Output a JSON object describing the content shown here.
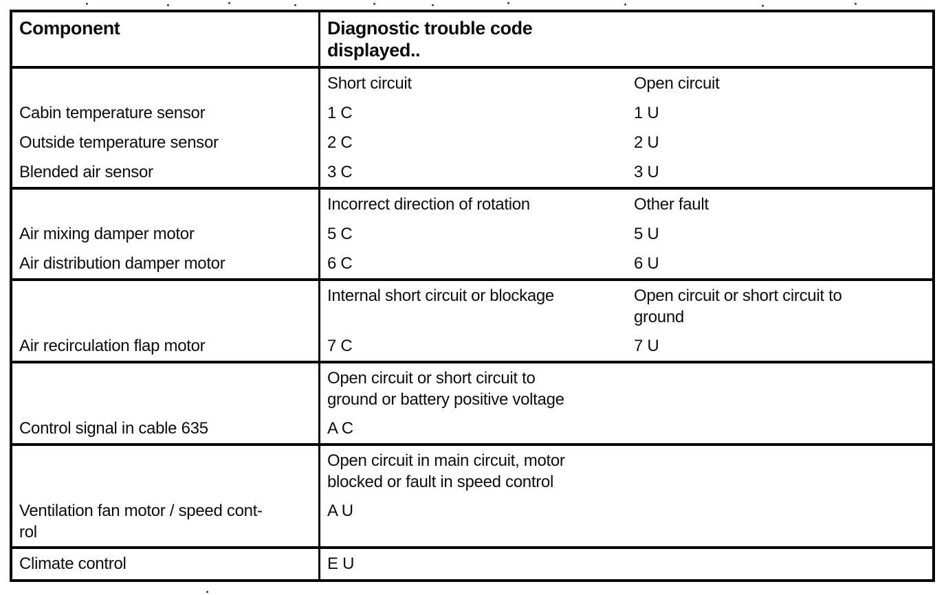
{
  "colors": {
    "background": "#ffffff",
    "text": "#0d0d0d",
    "border": "#000000"
  },
  "table": {
    "header": {
      "component": "Component",
      "dtc": "Diagnostic trouble code\ndisplayed.."
    },
    "sections": [
      {
        "name": "temperature-sensors",
        "rows": [
          {
            "cells": [
              "",
              "Short circuit",
              "Open circuit"
            ]
          },
          {
            "cells": [
              "Cabin temperature sensor",
              "1 C",
              "1 U"
            ]
          },
          {
            "cells": [
              "Outside temperature sensor",
              "2 C",
              "2 U"
            ]
          },
          {
            "cells": [
              "Blended air sensor",
              "3 C",
              "3 U"
            ]
          }
        ]
      },
      {
        "name": "damper-motors",
        "rows": [
          {
            "cells": [
              "",
              "Incorrect direction of rotation",
              "Other fault"
            ]
          },
          {
            "cells": [
              "Air mixing damper motor",
              "5 C",
              "5 U"
            ]
          },
          {
            "cells": [
              "Air distribution damper motor",
              "6 C",
              "6 U"
            ]
          }
        ]
      },
      {
        "name": "recirculation-flap-motor",
        "rows": [
          {
            "cells": [
              "",
              "Internal short circuit or blockage",
              "Open circuit or short circuit to\nground"
            ]
          },
          {
            "cells": [
              "Air recirculation flap motor",
              "7 C",
              "7 U"
            ]
          }
        ]
      },
      {
        "name": "control-signal-cable",
        "rows": [
          {
            "cells": [
              "",
              "Open circuit or short circuit to\nground or battery positive voltage",
              ""
            ]
          },
          {
            "cells": [
              "Control signal in cable 635",
              "A C",
              ""
            ]
          }
        ]
      },
      {
        "name": "ventilation-fan-motor",
        "rows": [
          {
            "cells": [
              "",
              "Open circuit in main circuit, motor\nblocked or fault in speed control",
              ""
            ]
          },
          {
            "cells": [
              "Ventilation fan motor / speed cont-\nrol",
              "A U",
              ""
            ]
          }
        ]
      },
      {
        "name": "climate-control",
        "rows": [
          {
            "cells": [
              "Climate control",
              "E U",
              ""
            ]
          }
        ]
      }
    ]
  }
}
